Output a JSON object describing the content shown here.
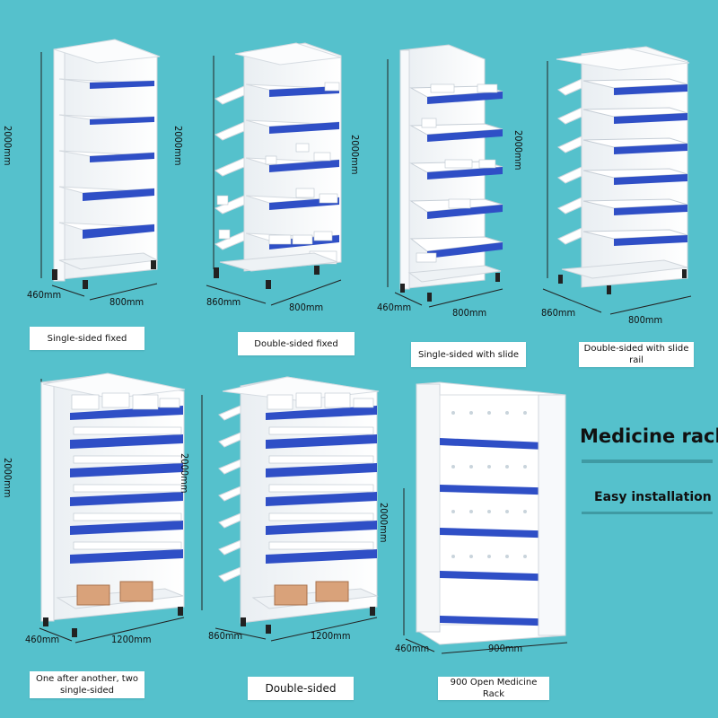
{
  "title": "Medicine rack",
  "feature": "Easy installation",
  "racks": [
    {
      "label": "Single-sided fixed",
      "height": "2000mm",
      "depth": "460mm",
      "width": "800mm"
    },
    {
      "label": "Double-sided fixed",
      "height": "2000mm",
      "depth": "860mm",
      "width": "800mm"
    },
    {
      "label": "Single-sided with slide",
      "height": "2000mm",
      "depth": "460mm",
      "width": "800mm"
    },
    {
      "label": "Double-sided with slide rail",
      "height": "2000mm",
      "depth": "860mm",
      "width": "800mm"
    },
    {
      "label": "One after another, two single-sided",
      "height": "2000mm",
      "depth": "460mm",
      "width": "1200mm"
    },
    {
      "label": "Double-sided",
      "height": "2000mm",
      "depth": "860mm",
      "width": "1200mm"
    },
    {
      "label": "900 Open Medicine Rack",
      "height": "2000mm",
      "depth": "460mm",
      "width": "900mm"
    }
  ],
  "colors": {
    "background": "#55c1cc",
    "shelf_edge": "#2f4fc6",
    "frame": "#f4f6f8"
  }
}
